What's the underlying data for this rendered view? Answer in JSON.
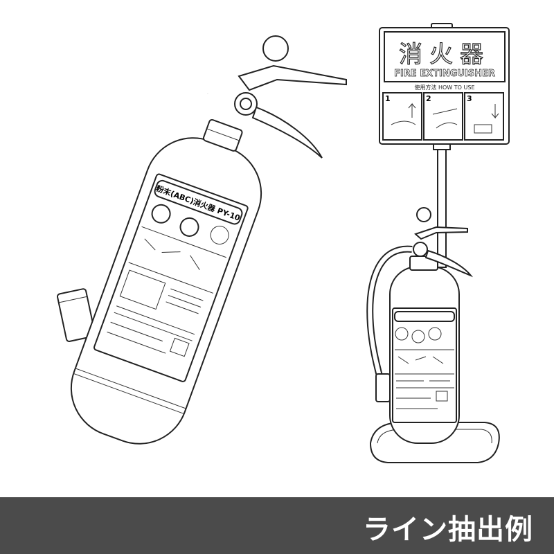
{
  "caption": "ライン抽出例",
  "sign": {
    "title_jp": "消火器",
    "title_en": "FIRE EXTINGUISHER",
    "how_to": "使用方法  HOW TO USE",
    "steps": [
      "1",
      "2",
      "3"
    ]
  },
  "extinguisher_label": "粉末(ABC)消火器 PY-10",
  "colors": {
    "caption_bar": "#4b4b4b",
    "caption_text": "#ffffff",
    "line": "#222222"
  }
}
